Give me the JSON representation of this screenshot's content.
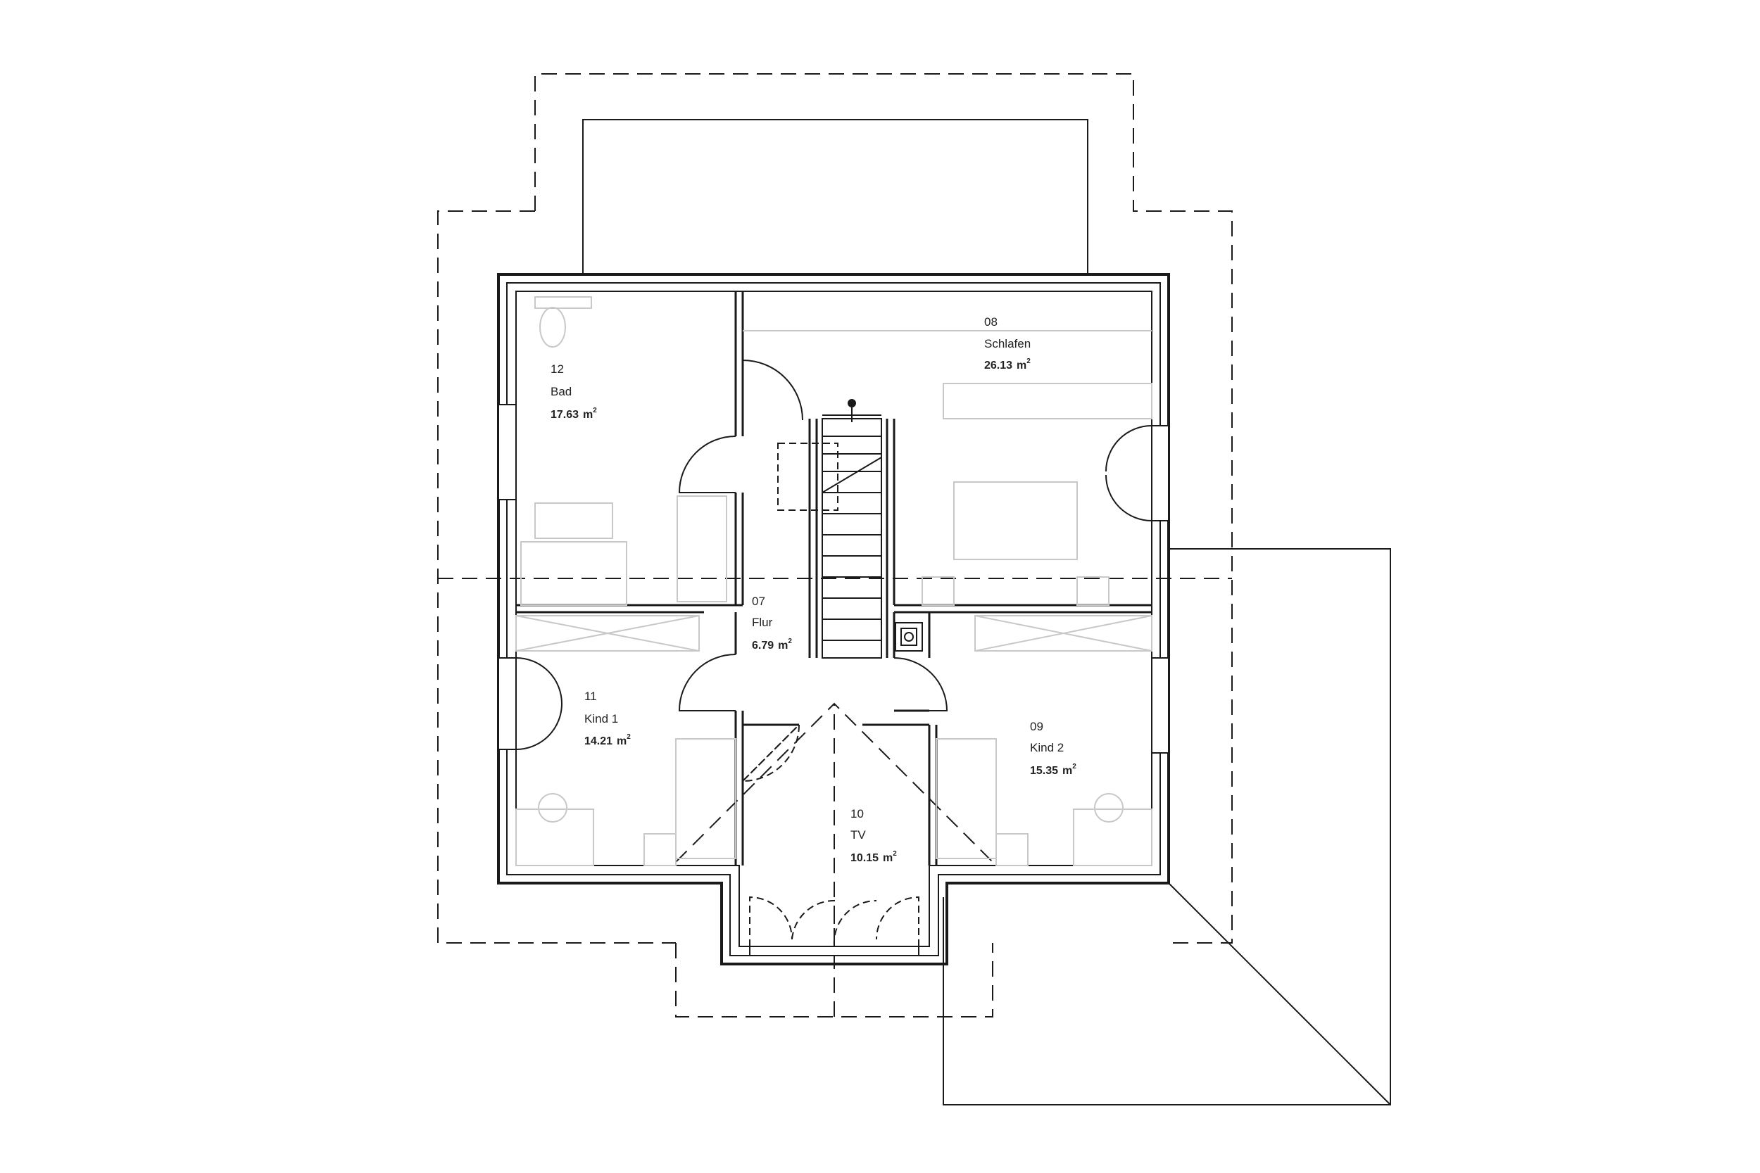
{
  "rooms": [
    {
      "number": "12",
      "name": "Bad",
      "area": "17.63",
      "unit": "m",
      "sup": "2"
    },
    {
      "number": "08",
      "name": "Schlafen",
      "area": "26.13",
      "unit": "m",
      "sup": "2"
    },
    {
      "number": "07",
      "name": "Flur",
      "area": "6.79",
      "unit": "m",
      "sup": "2"
    },
    {
      "number": "11",
      "name": "Kind 1",
      "area": "14.21",
      "unit": "m",
      "sup": "2"
    },
    {
      "number": "09",
      "name": "Kind 2",
      "area": "15.35",
      "unit": "m",
      "sup": "2"
    },
    {
      "number": "10",
      "name": "TV",
      "area": "10.15",
      "unit": "m",
      "sup": "2"
    }
  ],
  "colors": {
    "wall": "#1a1a1a",
    "furniture": "#c8c8c8",
    "dashed": "#1a1a1a"
  }
}
